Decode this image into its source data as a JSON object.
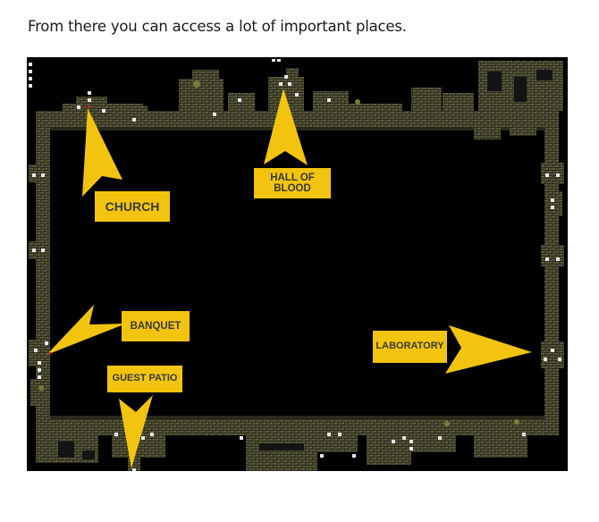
{
  "caption": "From there you can access a lot of important places.",
  "map": {
    "wall_color": "#5a5a3c",
    "floor_color": "#000000",
    "label_color": "#f2c40f",
    "arrow_color": "#f2c40f",
    "door_color": "#e8e8e8"
  },
  "labels": {
    "church": "CHURCH",
    "hall_of_blood": "HALL OF BLOOD",
    "banquet": "BANQUET",
    "guest_patio": "GUEST PATIO",
    "laboratory": "LABORATORY"
  }
}
